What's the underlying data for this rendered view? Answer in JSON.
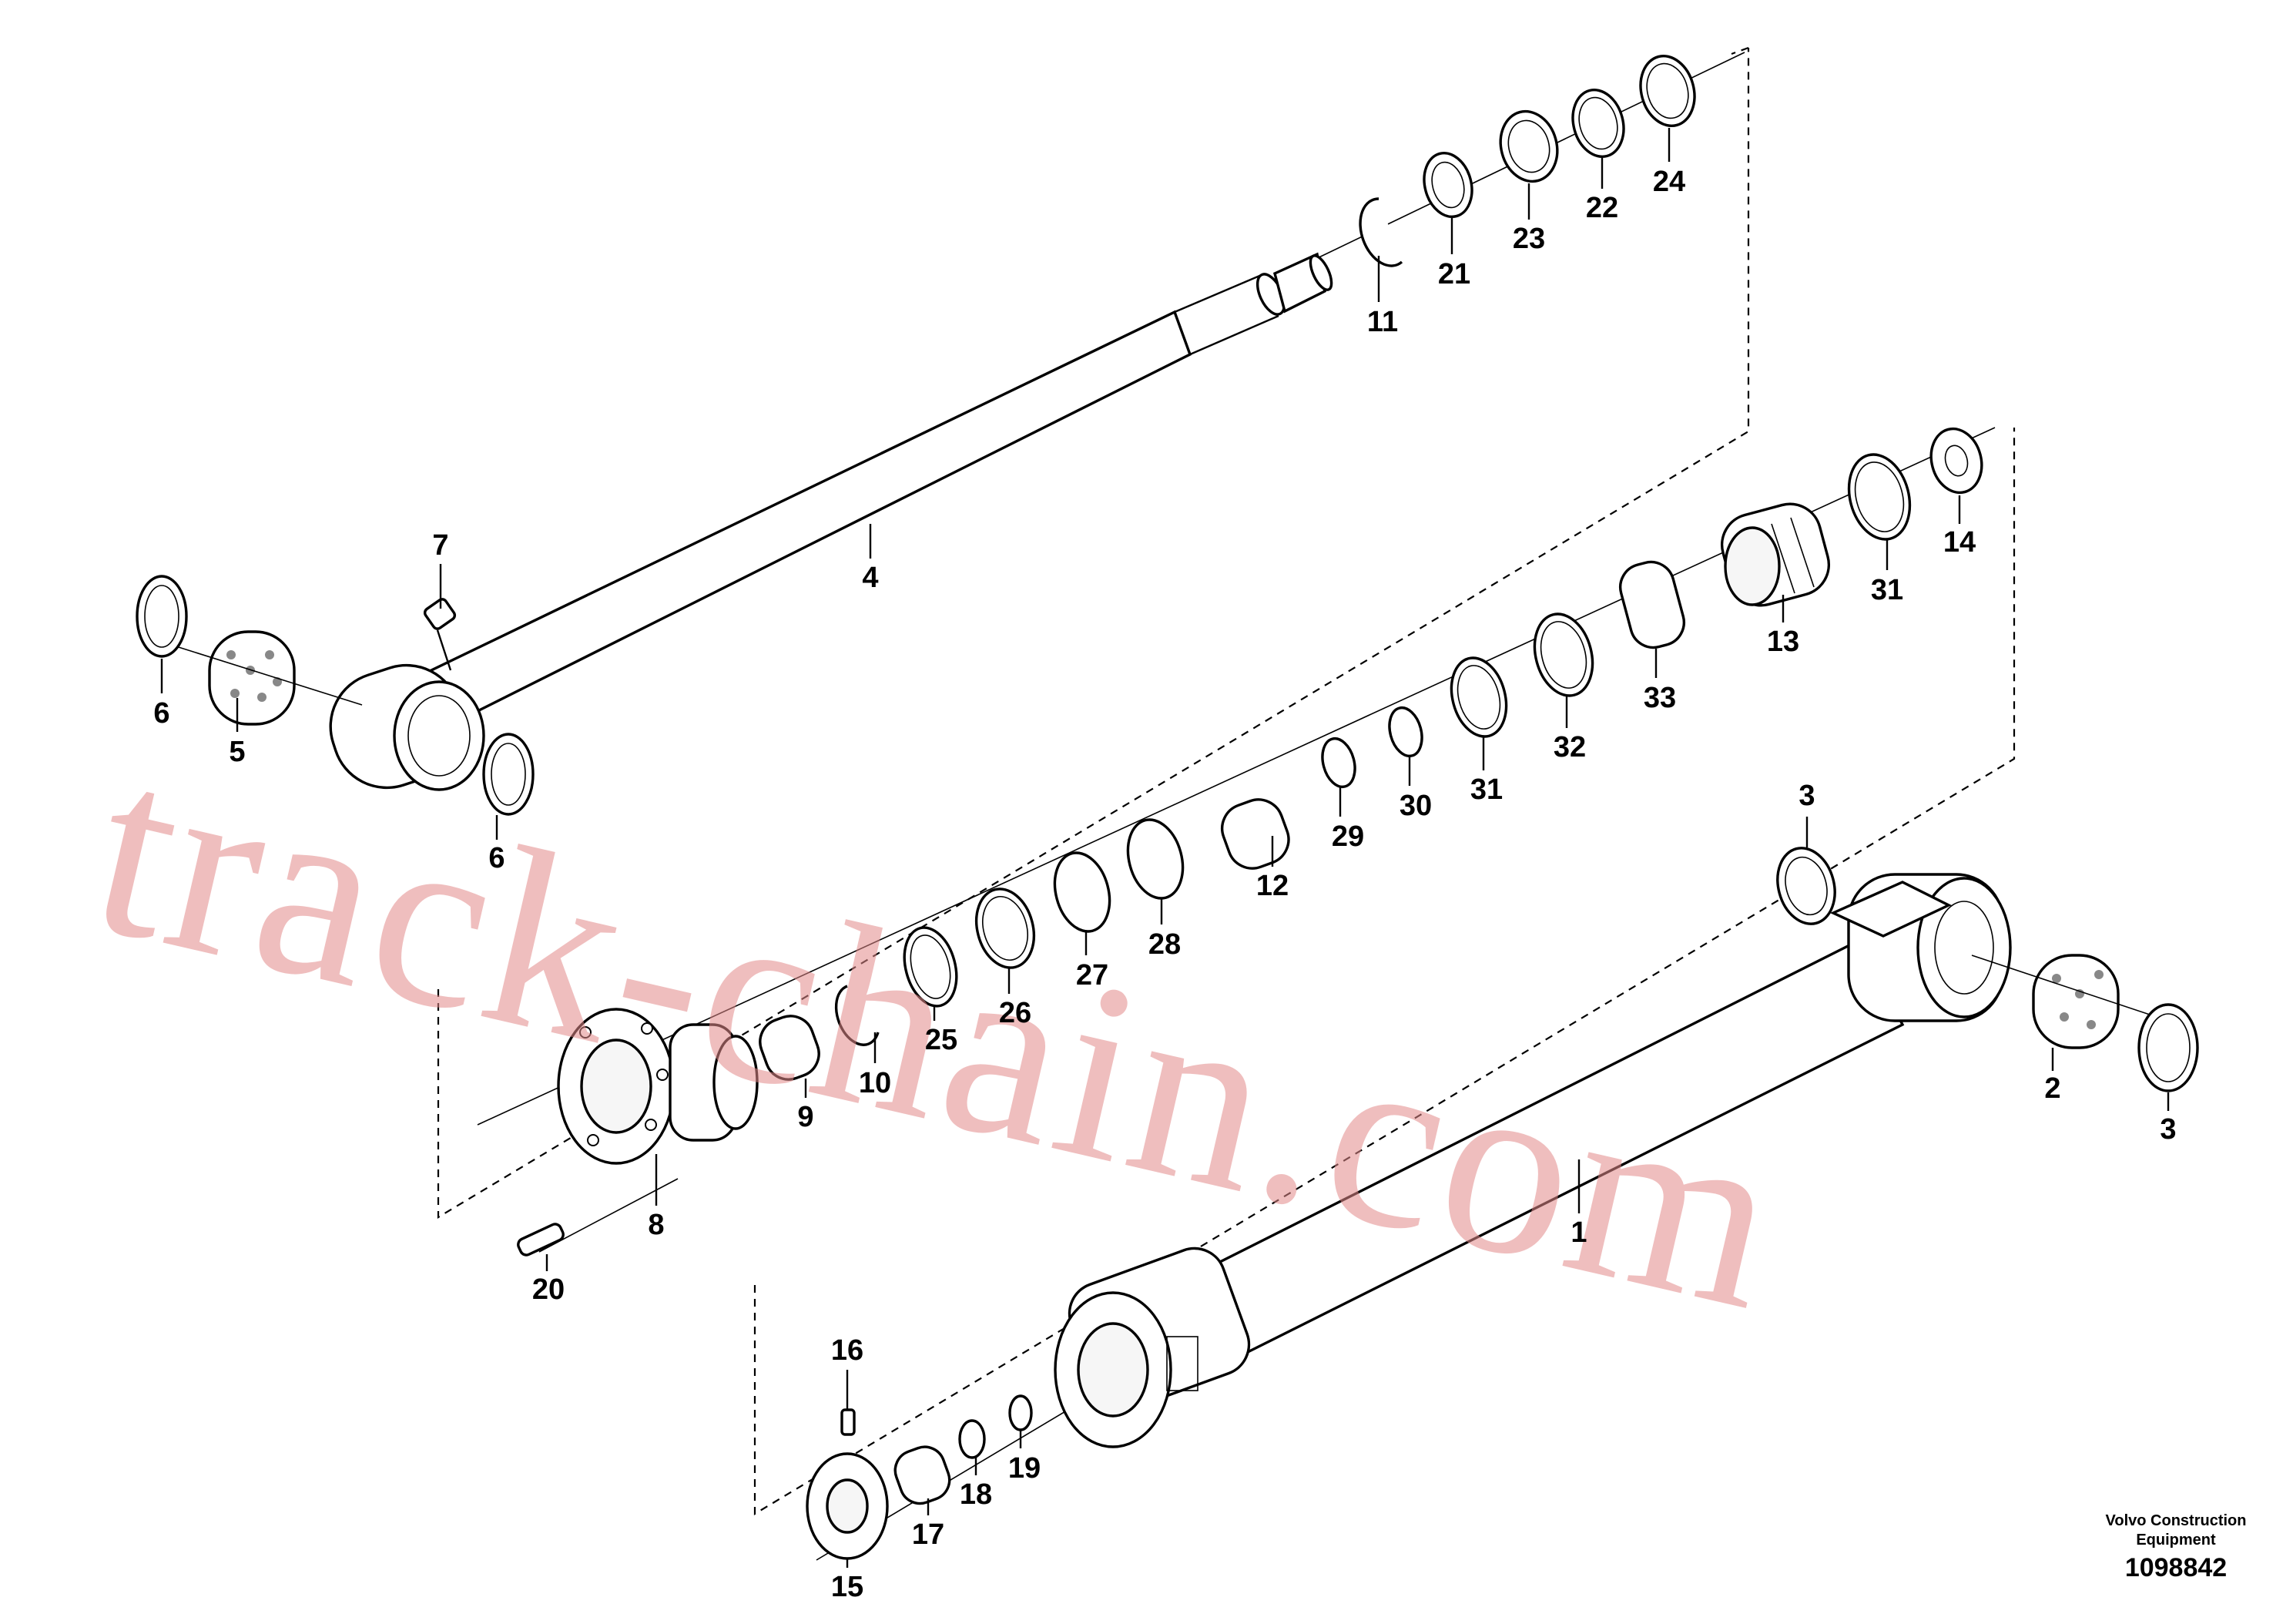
{
  "diagram": {
    "callouts": [
      {
        "id": "c1",
        "text": "1"
      },
      {
        "id": "c2",
        "text": "2"
      },
      {
        "id": "c3a",
        "text": "3"
      },
      {
        "id": "c3b",
        "text": "3"
      },
      {
        "id": "c4",
        "text": "4"
      },
      {
        "id": "c5",
        "text": "5"
      },
      {
        "id": "c6a",
        "text": "6"
      },
      {
        "id": "c6b",
        "text": "6"
      },
      {
        "id": "c7",
        "text": "7"
      },
      {
        "id": "c8",
        "text": "8"
      },
      {
        "id": "c9",
        "text": "9"
      },
      {
        "id": "c10",
        "text": "10"
      },
      {
        "id": "c11",
        "text": "11"
      },
      {
        "id": "c12",
        "text": "12"
      },
      {
        "id": "c13",
        "text": "13"
      },
      {
        "id": "c14",
        "text": "14"
      },
      {
        "id": "c15",
        "text": "15"
      },
      {
        "id": "c16",
        "text": "16"
      },
      {
        "id": "c17",
        "text": "17"
      },
      {
        "id": "c18",
        "text": "18"
      },
      {
        "id": "c19",
        "text": "19"
      },
      {
        "id": "c20",
        "text": "20"
      },
      {
        "id": "c21",
        "text": "21"
      },
      {
        "id": "c22",
        "text": "22"
      },
      {
        "id": "c23",
        "text": "23"
      },
      {
        "id": "c24",
        "text": "24"
      },
      {
        "id": "c25",
        "text": "25"
      },
      {
        "id": "c26",
        "text": "26"
      },
      {
        "id": "c27",
        "text": "27"
      },
      {
        "id": "c28",
        "text": "28"
      },
      {
        "id": "c29",
        "text": "29"
      },
      {
        "id": "c30",
        "text": "30"
      },
      {
        "id": "c31a",
        "text": "31"
      },
      {
        "id": "c31b",
        "text": "31"
      },
      {
        "id": "c32",
        "text": "32"
      },
      {
        "id": "c33",
        "text": "33"
      }
    ]
  },
  "footer": {
    "brand_line1": "Volvo Construction",
    "brand_line2": "Equipment",
    "drawing_number": "1098842"
  },
  "watermark": {
    "text": "track-chain.com",
    "color": "#e38a8a"
  }
}
